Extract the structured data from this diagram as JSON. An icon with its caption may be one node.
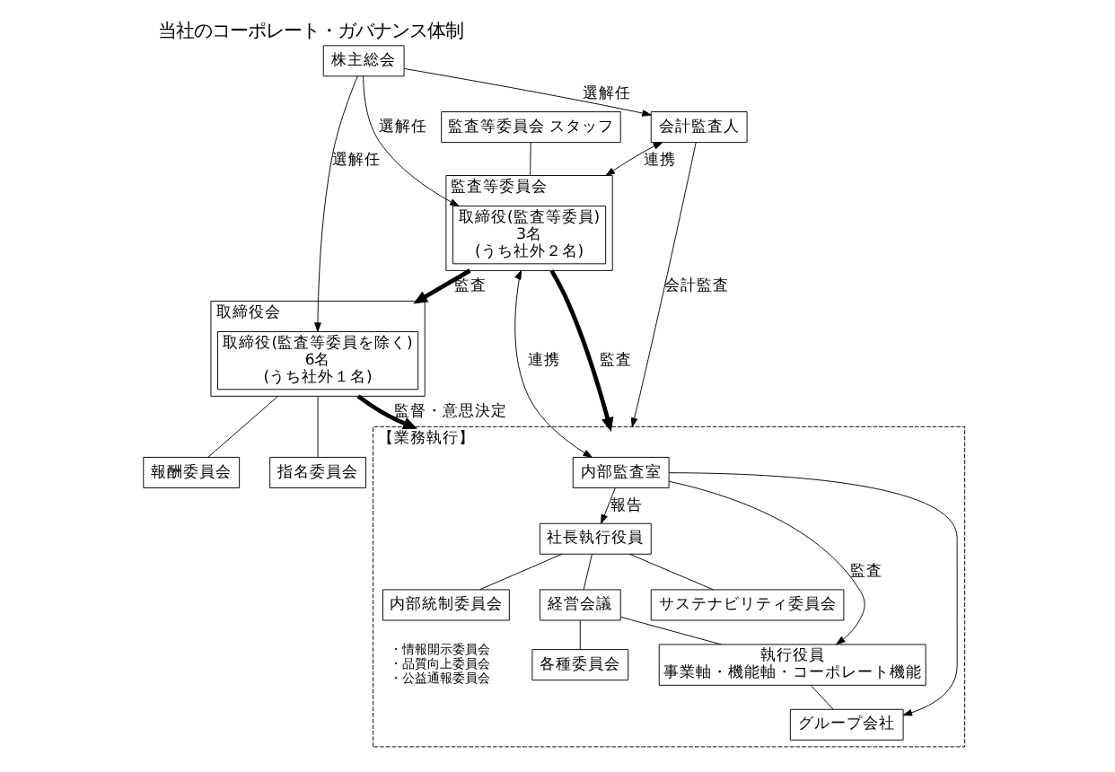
{
  "diagram": {
    "title": "当社のコーポレート・ガバナンス体制",
    "nodes": [
      {
        "text": [
          "株主総会"
        ]
      },
      {
        "text": [
          "会計監査人"
        ]
      },
      {
        "text": [
          "監査等委員会"
        ]
      },
      {
        "text": [
          "取締役(監査等委員)",
          "3名",
          "(うち社外２名)"
        ],
        "in": 2
      },
      {
        "text": [
          "取締役会"
        ]
      },
      {
        "text": [
          "取締役(監査等委員を除く)",
          "6名",
          "(うち社外１名)"
        ],
        "in": 4
      },
      {
        "text": [
          "監査等委員会 スタッフ"
        ]
      },
      {
        "text": [
          "報酬委員会"
        ]
      },
      {
        "text": [
          "指名委員会"
        ]
      },
      {
        "text": [
          "【業務執行】"
        ]
      },
      {
        "text": [
          "内部監査室"
        ],
        "in": 9
      },
      {
        "text": [
          "社長執行役員"
        ],
        "in": 9
      },
      {
        "text": [
          "内部統制委員会"
        ],
        "in": 9
      },
      {
        "text": [
          "経営会議"
        ],
        "in": 9
      },
      {
        "text": [
          "サステナビリティ委員会"
        ],
        "in": 9
      },
      {
        "text": [
          "各種委員会"
        ],
        "in": 9,
        "beside": [
          "・情報開示委員会",
          "・品質向上委員会",
          "・公益通報委員会"
        ]
      },
      {
        "text": [
          "執行役員",
          "事業軸・機能軸・コーポレート機能"
        ],
        "in": 9
      },
      {
        "text": [
          "グループ会社"
        ],
        "in": 9
      }
    ],
    "edges": [
      {
        "from": 0,
        "to": 1,
        "arrow": "to",
        "label": "選解任"
      },
      {
        "from": 0,
        "to": 3,
        "arrow": "to",
        "label": "選解任"
      },
      {
        "from": 0,
        "to": 5,
        "arrow": "to",
        "label": "選解任"
      },
      {
        "from": 1,
        "to": 2,
        "arrow": "both",
        "label": "連携"
      },
      {
        "from": 2,
        "to": 4,
        "arrow": "to",
        "label": "監査",
        "style": "thick"
      },
      {
        "from": 6,
        "to": 2,
        "arrow": "none"
      },
      {
        "from": 2,
        "to": 9,
        "arrow": "to",
        "label": "監査",
        "style": "thick"
      },
      {
        "from": 10,
        "to": 2,
        "arrow": "both",
        "label": "連携"
      },
      {
        "from": 4,
        "to": 9,
        "arrow": "to",
        "label": "監督・意思決定",
        "style": "thick"
      },
      {
        "from": 4,
        "to": 7,
        "arrow": "none"
      },
      {
        "from": 4,
        "to": 8,
        "arrow": "none"
      },
      {
        "from": 1,
        "to": 9,
        "arrow": "to",
        "label": "会計監査"
      },
      {
        "from": 10,
        "to": 11,
        "arrow": "to",
        "label": "報告"
      },
      {
        "from": 11,
        "to": 12,
        "arrow": "none"
      },
      {
        "from": 11,
        "to": 13,
        "arrow": "none"
      },
      {
        "from": 11,
        "to": 14,
        "arrow": "none"
      },
      {
        "from": 13,
        "to": 15,
        "arrow": "none"
      },
      {
        "from": 13,
        "to": 16,
        "arrow": "none"
      },
      {
        "from": 10,
        "to": 16,
        "arrow": "to",
        "label": "監査"
      },
      {
        "from": 10,
        "to": 17,
        "arrow": "to"
      },
      {
        "from": 16,
        "to": 17,
        "arrow": "none"
      }
    ]
  }
}
